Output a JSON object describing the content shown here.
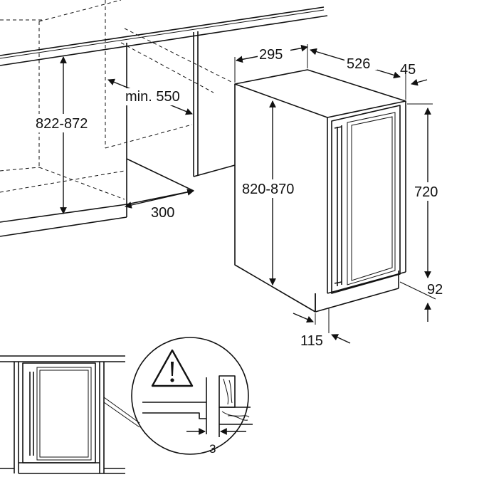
{
  "dimensions": {
    "depth_top": "295",
    "depth": "526",
    "door_offset": "45",
    "niche_height": "822-872",
    "niche_depth": "min. 550",
    "niche_bottom": "300",
    "appliance_height": "820-870",
    "door_height": "720",
    "plinth_height": "92",
    "plinth_depth": "115",
    "gap": "3"
  },
  "icons": {
    "warning": "warning-triangle-icon"
  }
}
